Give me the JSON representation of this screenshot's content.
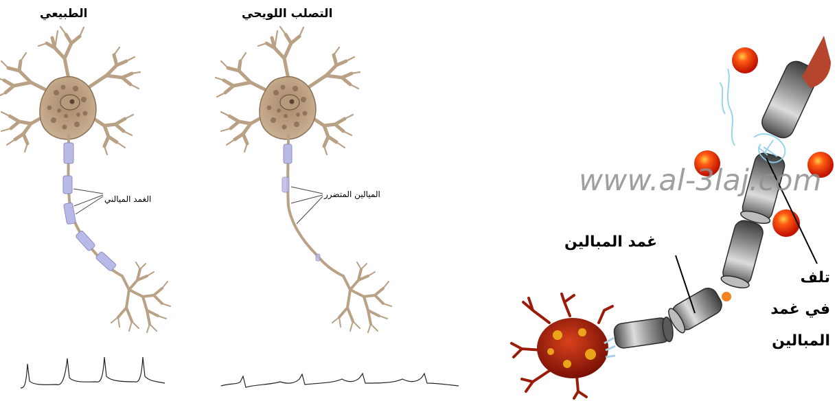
{
  "panels": {
    "normal": {
      "title": "الطبيعي",
      "label": "الغمد الميالني"
    },
    "sclerosis": {
      "title": "التصلب اللويحي",
      "label": "الميالين المتضرر"
    }
  },
  "figure3d": {
    "watermark": "www.al-3laj.com",
    "myelin_label": "غمد المبالين",
    "damage_label_lines": [
      "تلف",
      "في غمد",
      "المبالين"
    ]
  },
  "colors": {
    "neuron": "#c7ad8f",
    "neuron_outline": "#8a7054",
    "myelin": "#b9b9e8",
    "axon_3d": "#8d8d8d",
    "cell_red": "#b0220c",
    "spot_red": "#f02c0a"
  }
}
